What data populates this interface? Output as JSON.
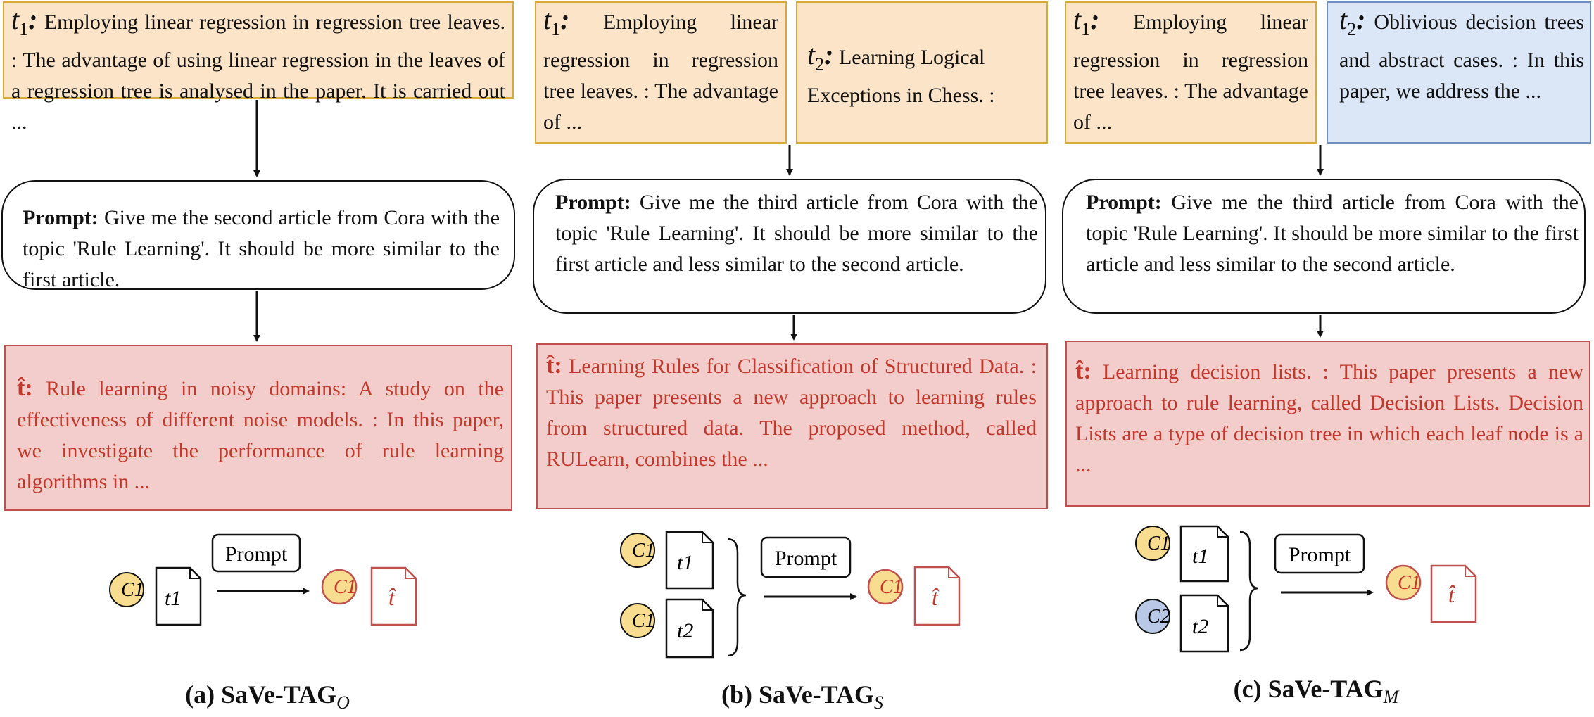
{
  "panels": [
    {
      "id": "a",
      "inputs": [
        {
          "label_var": "t",
          "label_sub": "1",
          "text": "Employing linear regression in regression tree leaves. : The advantage of using linear regression in the leaves of a regression tree is analysed in the paper. It is carried out ..."
        }
      ],
      "prompt_label": "Prompt:",
      "prompt_text": "Give me the second article from Cora with the topic 'Rule Learning'.  It should be more similar to the first article.",
      "output_label": "t̂:",
      "output_text": "Rule learning in noisy domains: A study on the effectiveness of different noise models. : In this paper, we investigate the performance of rule learning algorithms in ...",
      "diagram": {
        "prompt": "Prompt",
        "class_in": [
          "C1"
        ],
        "docs_in": [
          "t1"
        ],
        "class_out": "C1",
        "doc_out": "t̂"
      },
      "caption_prefix": "(a) SaVe-TAG",
      "caption_sub": "O"
    },
    {
      "id": "b",
      "inputs": [
        {
          "label_var": "t",
          "label_sub": "1",
          "text": "Employing linear regression in regression tree leaves. : The advantage of ..."
        },
        {
          "label_var": "t",
          "label_sub": "2",
          "text": "Learning Logical Exceptions in Chess. :"
        }
      ],
      "prompt_label": "Prompt:",
      "prompt_text": "Give me the third article from Cora with the topic 'Rule Learning'. It should be more similar to the first article and less similar to the second article.",
      "output_label": "t̂:",
      "output_text": "Learning Rules for Classification of Structured Data. : This paper presents a new approach to learning rules from structured data. The proposed method, called RULearn, combines the ...",
      "diagram": {
        "prompt": "Prompt",
        "class_in": [
          "C1",
          "C1"
        ],
        "docs_in": [
          "t1",
          "t2"
        ],
        "class_out": "C1",
        "doc_out": "t̂"
      },
      "caption_prefix": "(b) SaVe-TAG",
      "caption_sub": "S"
    },
    {
      "id": "c",
      "inputs": [
        {
          "label_var": "t",
          "label_sub": "1",
          "text": "Employing linear regression in regression tree leaves. : The advantage of ..."
        },
        {
          "label_var": "t",
          "label_sub": "2",
          "text": "Oblivious decision trees and abstract cases. : In this paper, we address the ..."
        }
      ],
      "prompt_label": "Prompt:",
      "prompt_text": "Give me the third article from Cora with the topic 'Rule Learning'. It should be more similar to the first article and less similar to the second article.",
      "output_label": "t̂:",
      "output_text": "Learning decision lists. : This paper presents a new approach to rule learning, called Decision Lists. Decision Lists are a type of decision tree in which each leaf node is a ...",
      "diagram": {
        "prompt": "Prompt",
        "class_in": [
          "C1",
          "C2"
        ],
        "docs_in": [
          "t1",
          "t2"
        ],
        "class_out": "C1",
        "doc_out": "t̂"
      },
      "caption_prefix": "(c) SaVe-TAG",
      "caption_sub": "M"
    }
  ],
  "colors": {
    "orange_fill": "#fbe4c8",
    "orange_border": "#d9a93a",
    "blue_fill": "#dbe7f7",
    "blue_border": "#6f8fc4",
    "red_fill": "#f3cccc",
    "red_border": "#c0504d",
    "red_text": "#c0392b",
    "class1_fill": "#f8dc8f",
    "class2_fill": "#b8c8e6"
  }
}
